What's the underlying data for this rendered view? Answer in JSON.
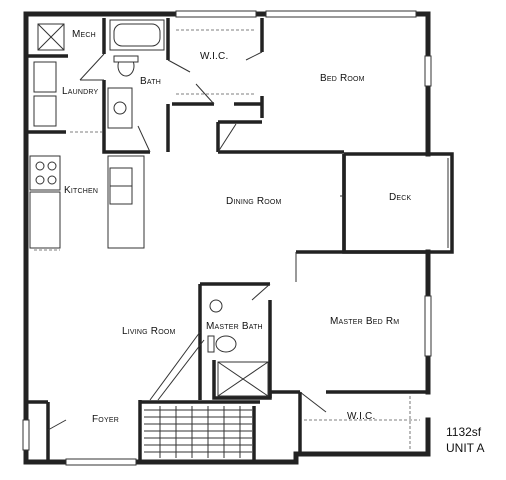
{
  "plan": {
    "rooms": {
      "mech": "Mech",
      "laundry": "Laundry",
      "bath": "Bath",
      "wic_top": "W.I.C.",
      "bed_room": "Bed Room",
      "kitchen": "Kitchen",
      "dining_room": "Dining Room",
      "deck": "Deck",
      "living_room": "Living Room",
      "master_bath": "Master Bath",
      "master_bed": "Master Bed Rm",
      "wic_bottom": "W.I.C.",
      "foyer": "Foyer"
    },
    "area": "1132sf",
    "unit": "UNIT A"
  }
}
